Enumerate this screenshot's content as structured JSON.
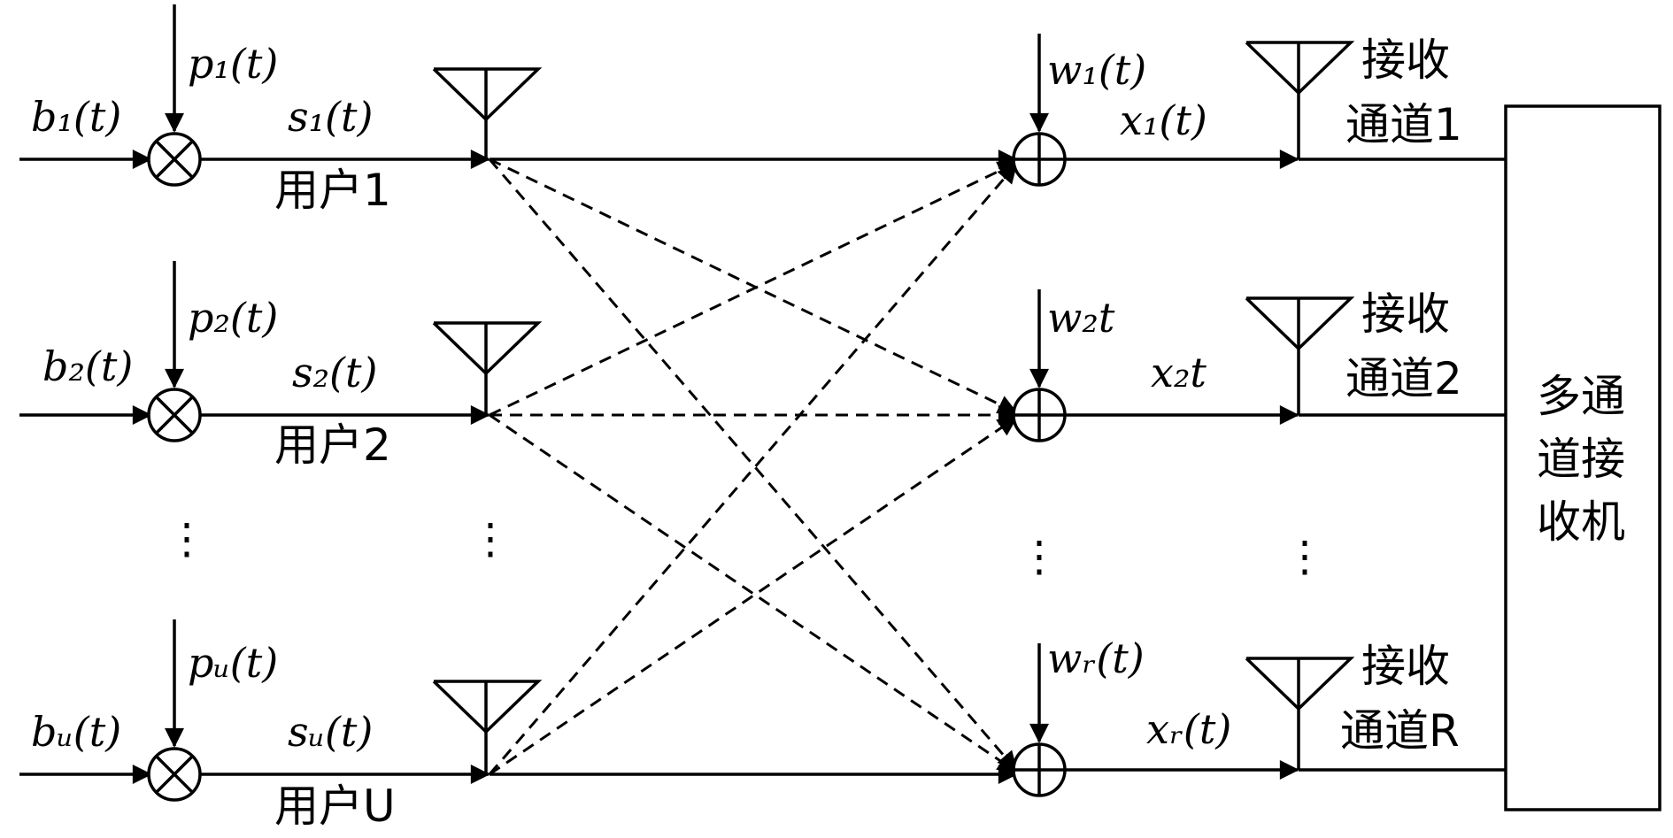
{
  "users": [
    {
      "input_label": "b₁(t)",
      "spread_label": "p₁(t)",
      "signal_label": "s₁(t)",
      "user_label": "用户1"
    },
    {
      "input_label": "b₂(t)",
      "spread_label": "p₂(t)",
      "signal_label": "s₂(t)",
      "user_label": "用户2"
    },
    {
      "input_label": "bᵤ(t)",
      "spread_label": "pᵤ(t)",
      "signal_label": "sᵤ(t)",
      "user_label": "用户U"
    }
  ],
  "channels": [
    {
      "noise_label": "w₁(t)",
      "signal_label": "x₁(t)",
      "channel_line1": "接收",
      "channel_line2": "通道1"
    },
    {
      "noise_label": "w₂t",
      "signal_label": "x₂t",
      "channel_line1": "接收",
      "channel_line2": "通道2"
    },
    {
      "noise_label": "wᵣ(t)",
      "signal_label": "xᵣ(t)",
      "channel_line1": "接收",
      "channel_line2": "通道R"
    }
  ],
  "ellipsis": "⋮",
  "receiver": {
    "lines": [
      "多通",
      "道接",
      "收机"
    ]
  }
}
